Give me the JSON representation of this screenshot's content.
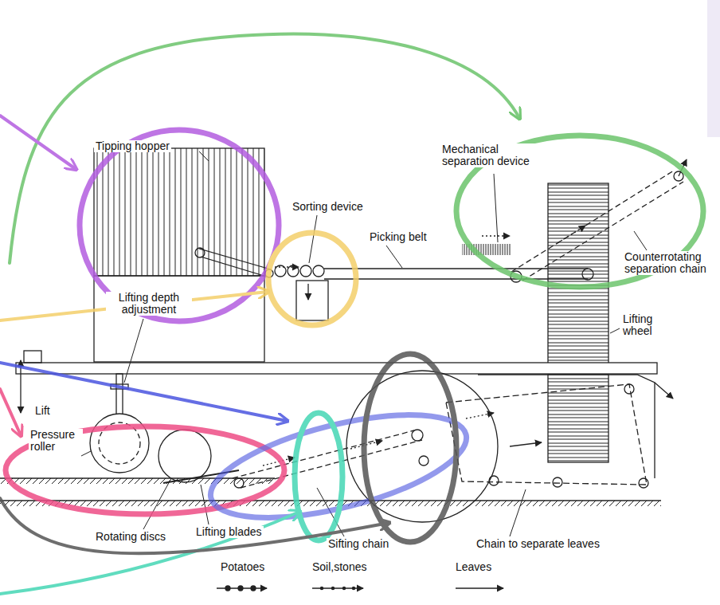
{
  "diagram": {
    "labels": [
      "Tipping hopper",
      "Sorting device",
      "Mechanical separation device",
      "Picking belt",
      "Counterrotating separation chain",
      "Lifting depth adjustment",
      "Lifting wheel",
      "Lift",
      "Pressure roller",
      "Rotating discs",
      "Lifting blades",
      "Sifting chain",
      "Chain to separate leaves"
    ],
    "legend": [
      {
        "text": "Potatoes"
      },
      {
        "text": "Soil,stones"
      },
      {
        "text": "Leaves"
      }
    ]
  }
}
